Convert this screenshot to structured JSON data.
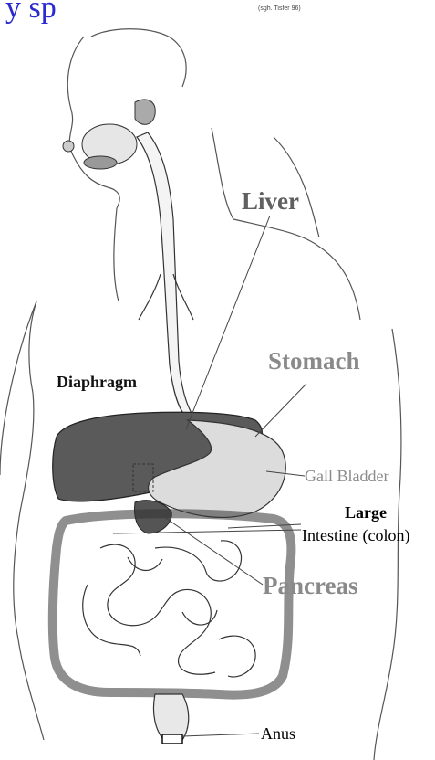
{
  "header": {
    "title_fragment": "y sp",
    "credit": "(sgh. Tisfer 96)"
  },
  "labels": {
    "liver": "Liver",
    "stomach": "Stomach",
    "diaphragm": "Diaphragm",
    "gall_bladder": "Gall Bladder",
    "large_intestine_line1": "Large",
    "large_intestine_line2": "Intestine (colon)",
    "pancreas": "Pancreas",
    "anus": "Anus"
  },
  "colors": {
    "title_blue": "#2a2acf",
    "liver_fill": "#5a5a5a",
    "stomach_fill": "#dcdcdc",
    "outline": "#333333",
    "label_gray": "#8a8a8a"
  }
}
